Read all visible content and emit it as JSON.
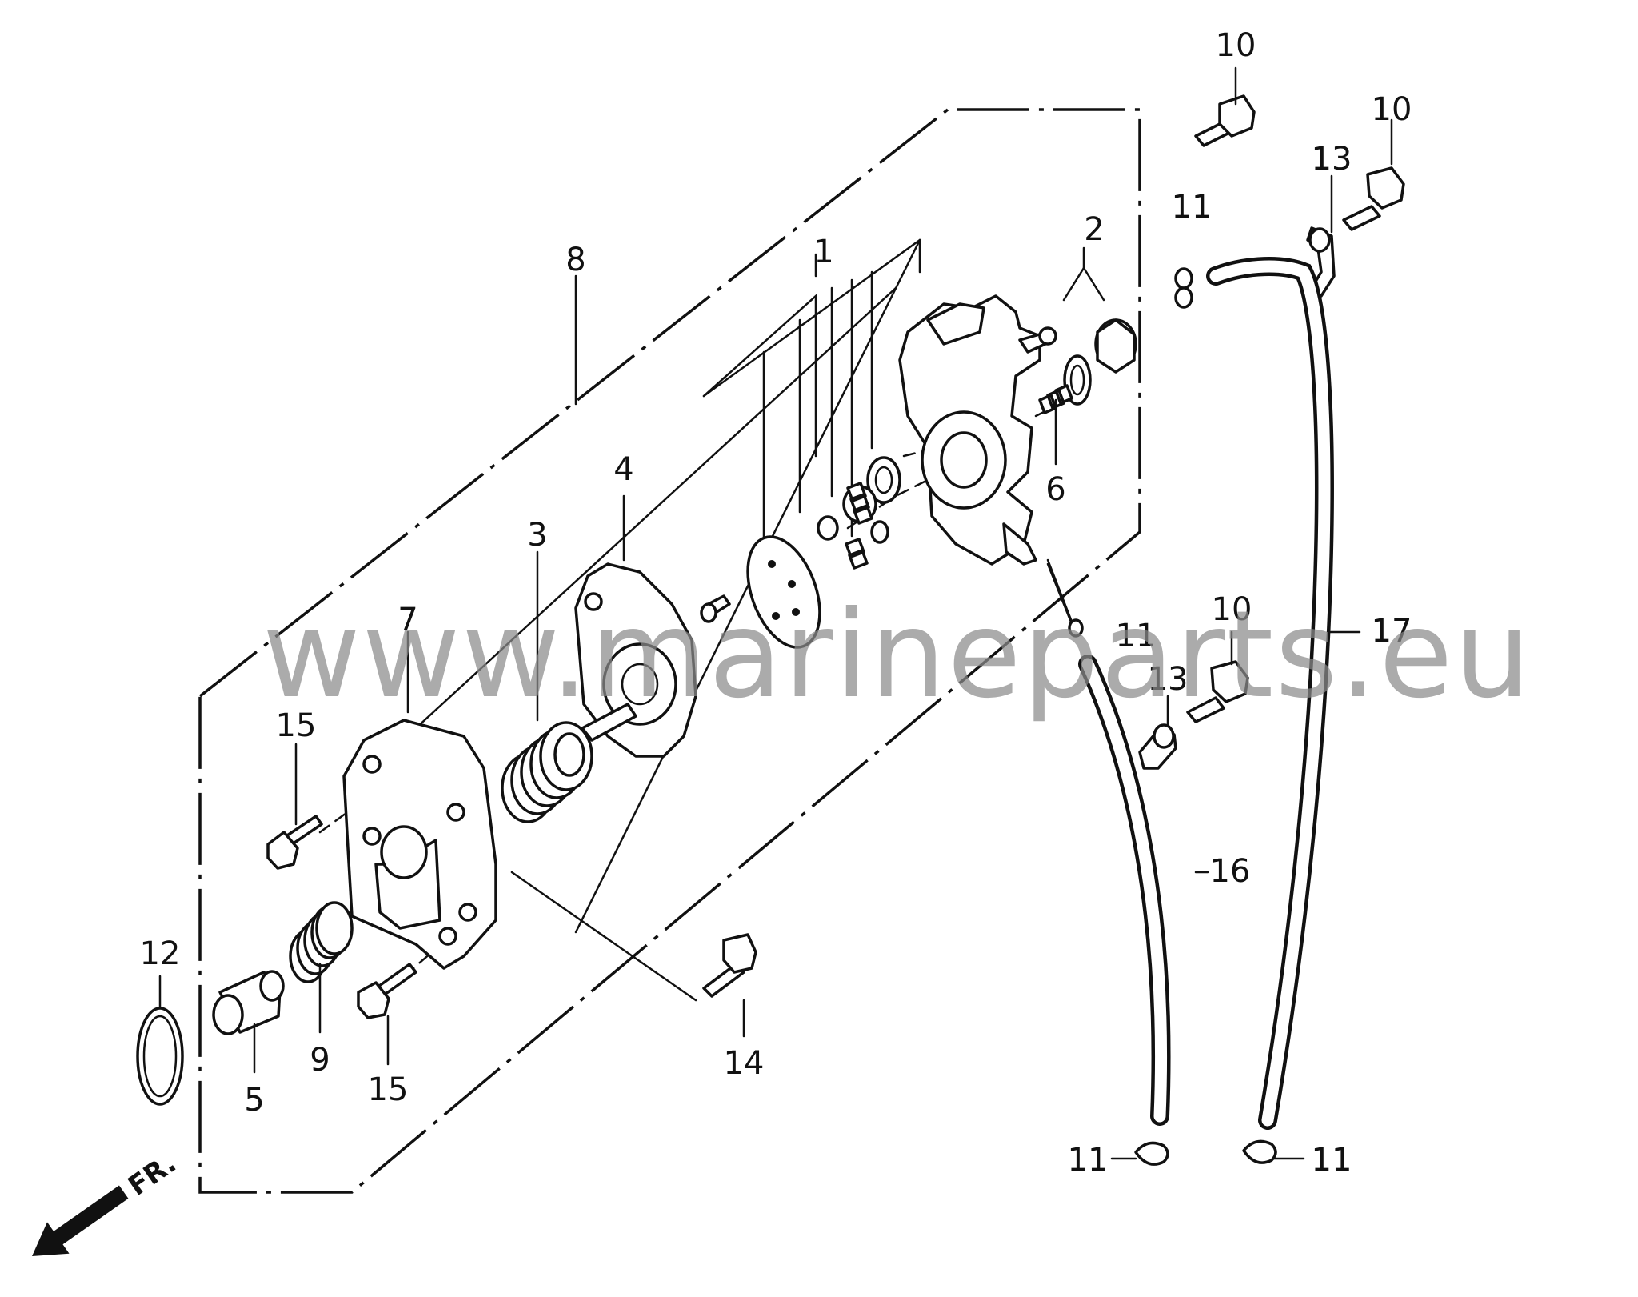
{
  "diagram": {
    "watermark": "www.marineparts.eu",
    "direction_label": "FR.",
    "callouts": [
      {
        "id": "c1",
        "part": "1"
      },
      {
        "id": "c2",
        "part": "2"
      },
      {
        "id": "c3",
        "part": "3"
      },
      {
        "id": "c4",
        "part": "4"
      },
      {
        "id": "c5",
        "part": "5"
      },
      {
        "id": "c6",
        "part": "6"
      },
      {
        "id": "c7",
        "part": "7"
      },
      {
        "id": "c8",
        "part": "8"
      },
      {
        "id": "c9",
        "part": "9"
      },
      {
        "id": "c10a",
        "part": "10"
      },
      {
        "id": "c10b",
        "part": "10"
      },
      {
        "id": "c10c",
        "part": "10"
      },
      {
        "id": "c11a",
        "part": "11"
      },
      {
        "id": "c11b",
        "part": "11"
      },
      {
        "id": "c11c",
        "part": "11"
      },
      {
        "id": "c11d",
        "part": "11"
      },
      {
        "id": "c12",
        "part": "12"
      },
      {
        "id": "c13a",
        "part": "13"
      },
      {
        "id": "c13b",
        "part": "13"
      },
      {
        "id": "c14",
        "part": "14"
      },
      {
        "id": "c15a",
        "part": "15"
      },
      {
        "id": "c15b",
        "part": "15"
      },
      {
        "id": "c16",
        "part": "16"
      },
      {
        "id": "c17",
        "part": "17"
      }
    ]
  }
}
